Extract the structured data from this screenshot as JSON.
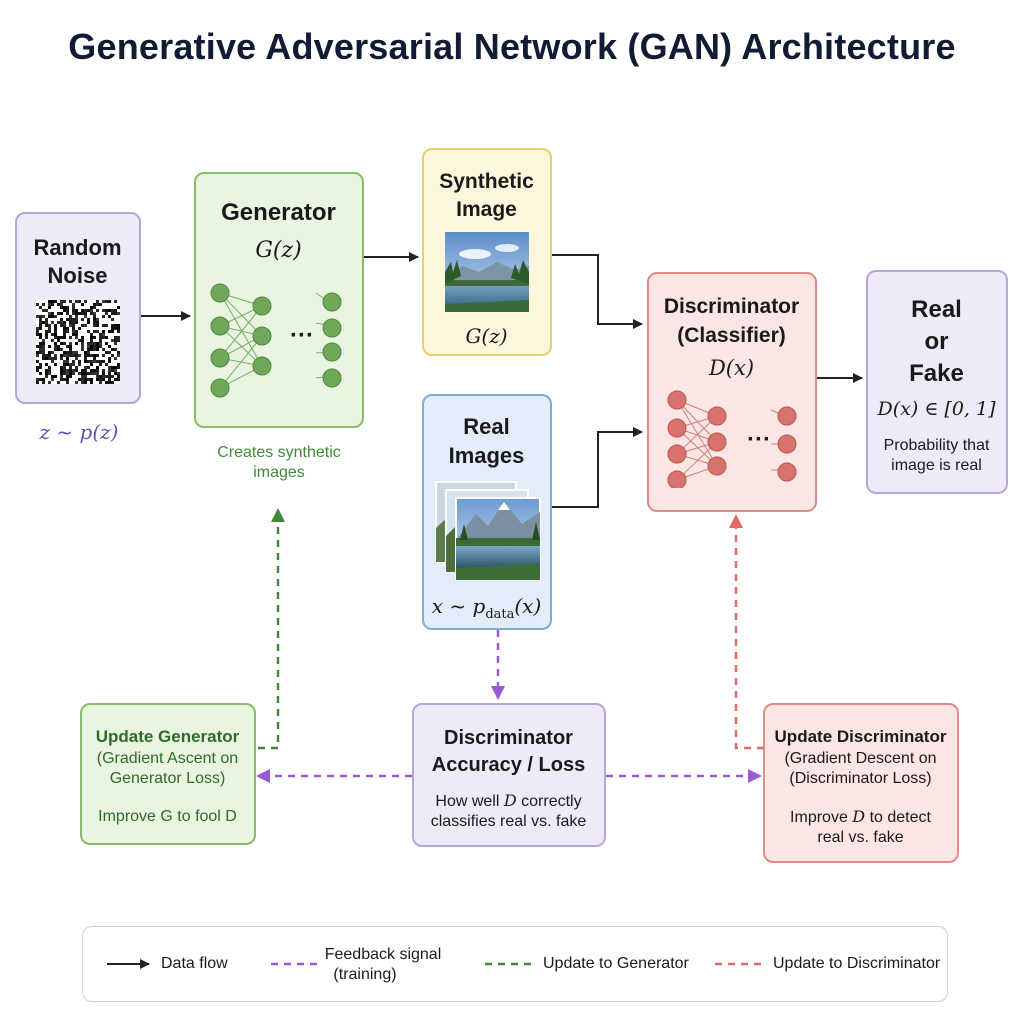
{
  "title": "Generative Adversarial Network (GAN) Architecture",
  "colors": {
    "noise_border": "#b7a6d9",
    "noise_fill": "#efeaf8",
    "generator_border": "#86bd6c",
    "generator_fill": "#e9f4e1",
    "synthetic_border": "#e8cf66",
    "synthetic_fill": "#fcf6dc",
    "real_border": "#84aad8",
    "real_fill": "#e3edf9",
    "disc_border": "#e18a86",
    "disc_fill": "#fbe6e4",
    "output_border": "#b7a6d9",
    "output_fill": "#efeaf8",
    "green_node": "#6fa85a",
    "red_node": "#d9716c",
    "purple_dash": "#9a5ad6",
    "green_dash": "#3f8a3a",
    "red_dash": "#e26a62"
  },
  "noise": {
    "title_line1": "Random",
    "title_line2": "Noise",
    "formula": "z ~ p(z)"
  },
  "generator": {
    "title": "Generator",
    "formula": "G(z)",
    "ellipsis": "···",
    "caption_line1": "Creates synthetic",
    "caption_line2": "images"
  },
  "synthetic": {
    "title_line1": "Synthetic",
    "title_line2": "Image",
    "formula": "G(z)"
  },
  "real": {
    "title_line1": "Real",
    "title_line2": "Images",
    "formula_main": "x ~ p",
    "formula_sub": "data",
    "formula_tail": "(x)"
  },
  "discriminator": {
    "title_line1": "Discriminator",
    "title_line2": "(Classifier)",
    "formula": "D(x)",
    "ellipsis": "···"
  },
  "output": {
    "title_line1": "Real",
    "title_line2": "or",
    "title_line3": "Fake",
    "formula": "D(x) ∈ [0, 1]",
    "caption_line1": "Probability that",
    "caption_line2": "image is real"
  },
  "update_generator": {
    "title": "Update Generator",
    "line1": "(Gradient Ascent on",
    "line2": "Generator Loss)",
    "line3": "Improve G to fool D"
  },
  "accuracy": {
    "title_line1": "Discriminator",
    "title_line2": "Accuracy / Loss",
    "line1_pre": "How well ",
    "line1_var": "D",
    "line1_post": " correctly",
    "line2": "classifies real vs. fake"
  },
  "update_discriminator": {
    "title": "Update Discriminator",
    "line1": "(Gradient Descent on",
    "line2": "(Discriminator Loss)",
    "line3_pre": "Improve ",
    "line3_var": "D",
    "line3_post": " to detect",
    "line4": "real vs. fake"
  },
  "legend": {
    "data_flow": "Data flow",
    "feedback_line1": "Feedback signal",
    "feedback_line2": "(training)",
    "update_gen": "Update to Generator",
    "update_disc": "Update to Discriminator"
  }
}
